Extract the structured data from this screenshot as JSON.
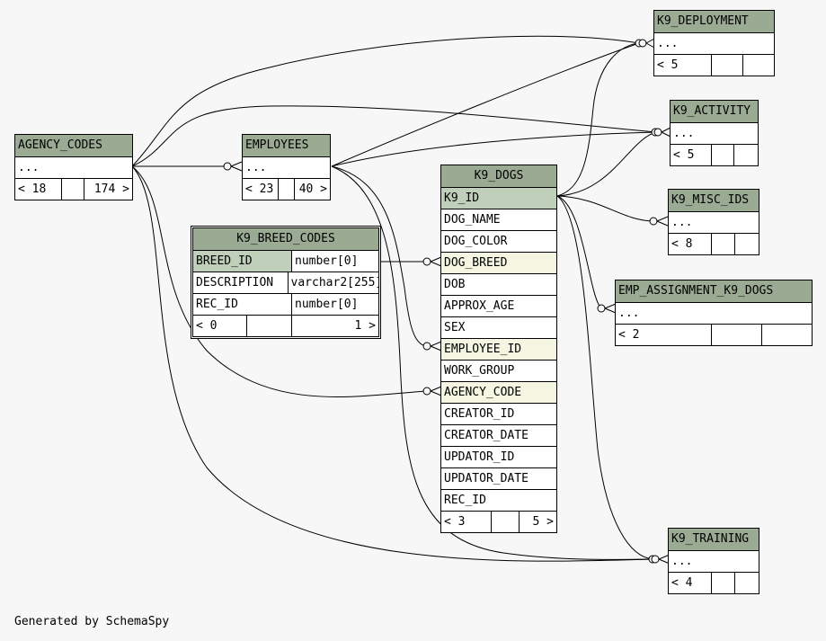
{
  "footer": {
    "credit": "Generated by SchemaSpy"
  },
  "tables": {
    "agency_codes": {
      "name": "AGENCY_CODES",
      "placeholder": "...",
      "parents": "< 18",
      "children": "174 >"
    },
    "employees": {
      "name": "EMPLOYEES",
      "placeholder": "...",
      "parents": "< 23",
      "children": "40 >"
    },
    "k9_deployment": {
      "name": "K9_DEPLOYMENT",
      "placeholder": "...",
      "parents": "< 5"
    },
    "k9_activity": {
      "name": "K9_ACTIVITY",
      "placeholder": "...",
      "parents": "< 5"
    },
    "k9_misc_ids": {
      "name": "K9_MISC_IDS",
      "placeholder": "...",
      "parents": "< 8"
    },
    "emp_assignment": {
      "name": "EMP_ASSIGNMENT_K9_DOGS",
      "placeholder": "...",
      "parents": "< 2"
    },
    "k9_training": {
      "name": "K9_TRAINING",
      "placeholder": "...",
      "parents": "< 4"
    },
    "k9_breed_codes": {
      "name": "K9_BREED_CODES",
      "columns": [
        {
          "name": "BREED_ID",
          "type": "number[0]"
        },
        {
          "name": "DESCRIPTION",
          "type": "varchar2[255]"
        },
        {
          "name": "REC_ID",
          "type": "number[0]"
        }
      ],
      "parents": "< 0",
      "children": "1 >"
    },
    "k9_dogs": {
      "name": "K9_DOGS",
      "columns": [
        "K9_ID",
        "DOG_NAME",
        "DOG_COLOR",
        "DOG_BREED",
        "DOB",
        "APPROX_AGE",
        "SEX",
        "EMPLOYEE_ID",
        "WORK_GROUP",
        "AGENCY_CODE",
        "CREATOR_ID",
        "CREATOR_DATE",
        "UPDATOR_ID",
        "UPDATOR_DATE",
        "REC_ID"
      ],
      "parents": "< 3",
      "children": "5 >"
    }
  },
  "colors": {
    "header": "#9aaa93",
    "primary_key": "#bfcfba",
    "foreign_key": "#f4f6e1",
    "background": "#f7f7f7"
  }
}
